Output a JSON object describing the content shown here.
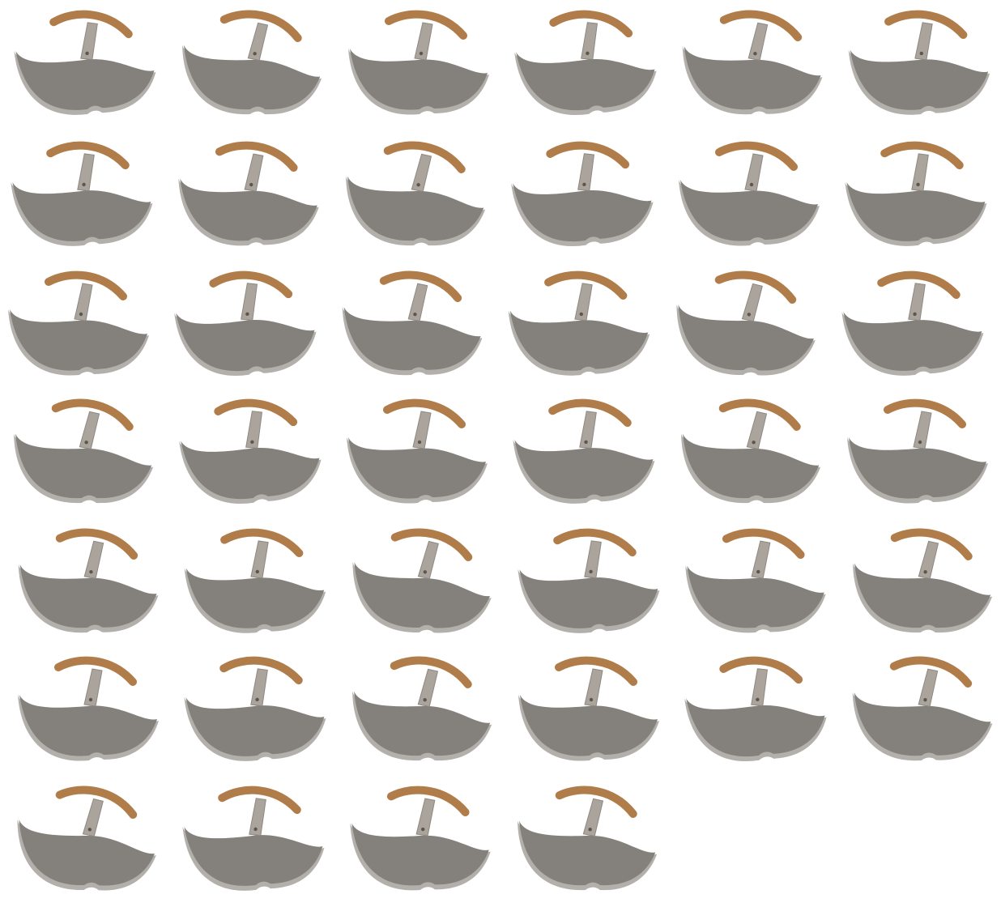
{
  "scene": {
    "subject_icon": "ulu-knife-icon",
    "background_color": "#ffffff",
    "colors": {
      "handle": "#b07d4a",
      "stem": "#aaa49d",
      "stem_stroke": "#8e8881",
      "rivet": "#5c5650",
      "blade": "#84807b",
      "blade_edge": "#b3b0ac"
    },
    "row_counts": [
      6,
      6,
      6,
      6,
      6,
      6,
      4
    ],
    "total_count": 40
  }
}
